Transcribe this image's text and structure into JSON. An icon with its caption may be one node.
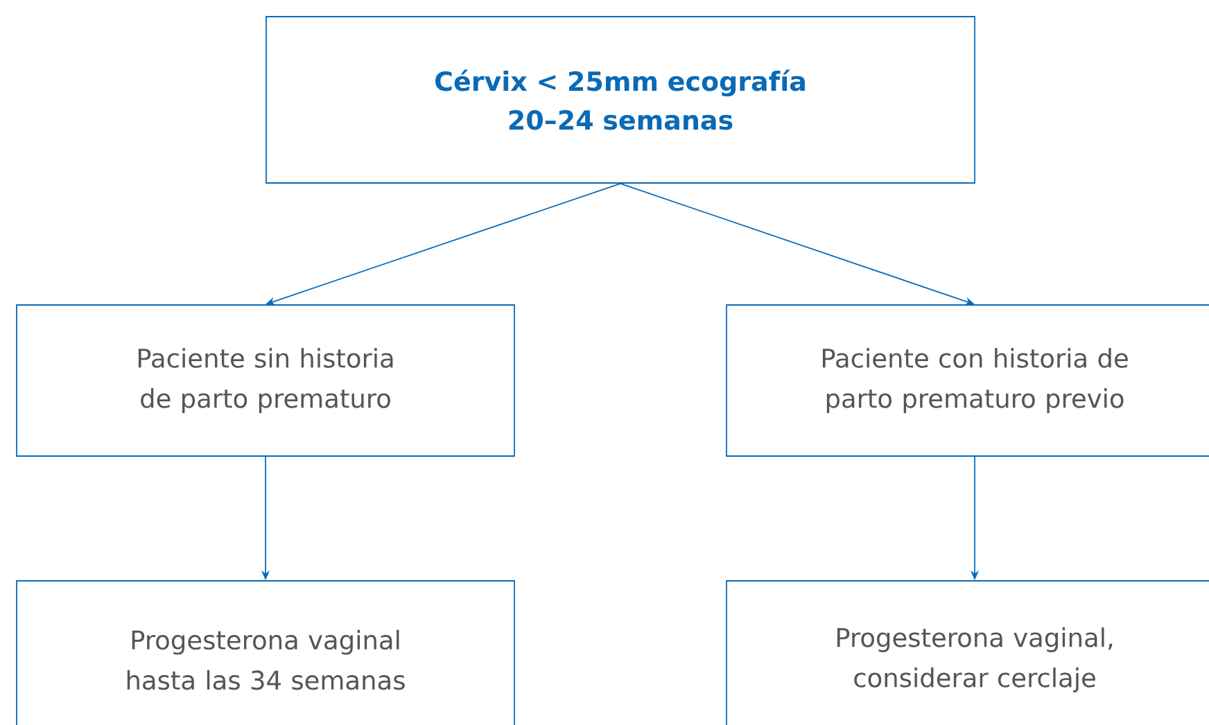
{
  "diagram": {
    "nodes": [
      {
        "text": [
          "Cérvix < 25mm ecografía 20–24 semanas"
        ]
      },
      {
        "text": [
          "Paciente sin historia de parto prematuro"
        ]
      },
      {
        "text": [
          "Paciente con historia de parto prematuro previo"
        ]
      },
      {
        "text": [
          "Progesterona vaginal hasta las 34 semanas"
        ]
      },
      {
        "text": [
          "Progesterona vaginal, considerar cerclaje"
        ]
      }
    ],
    "edges": [
      {
        "from": 0,
        "to": 1,
        "arrow": "to"
      },
      {
        "from": 0,
        "to": 2,
        "arrow": "to"
      },
      {
        "from": 1,
        "to": 3,
        "arrow": "to"
      },
      {
        "from": 2,
        "to": 4,
        "arrow": "to"
      }
    ]
  }
}
